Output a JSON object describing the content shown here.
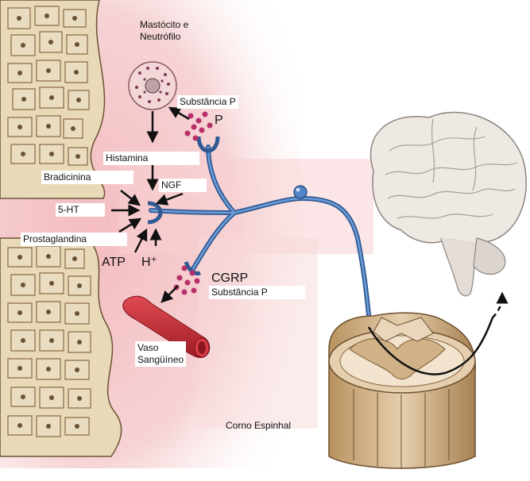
{
  "labels": {
    "mast": "Mastócito e Neutrófilo",
    "subst_p_top": "Substância P",
    "p": "P",
    "histamina": "Histamina",
    "bradicinina": "Bradicinina",
    "ngf": "NGF",
    "five_ht": "5-HT",
    "prostaglandina": "Prostaglandina",
    "atp": "ATP",
    "h_plus": "H⁺",
    "cgrp": "CGRP",
    "subst_p_bottom": "Substância P",
    "vaso": "Vaso Sangüíneo",
    "corno": "Corno Espinhal"
  },
  "colors": {
    "tissue": "#f4c3c6",
    "nerve": "#3f6fb0",
    "vesicle": "#b8316a",
    "vessel": "#c4232e",
    "brain": "#f0ebe6",
    "spinal": "#d7b894"
  }
}
